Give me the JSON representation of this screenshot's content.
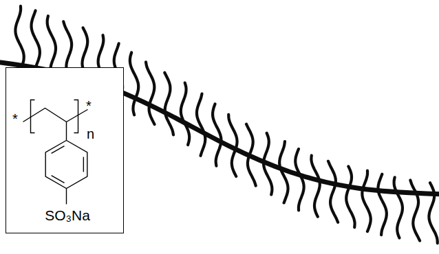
{
  "diagram": {
    "nodes": [
      {
        "text": [
          "*",
          "*",
          "n",
          "SO₃Na"
        ]
      }
    ]
  }
}
